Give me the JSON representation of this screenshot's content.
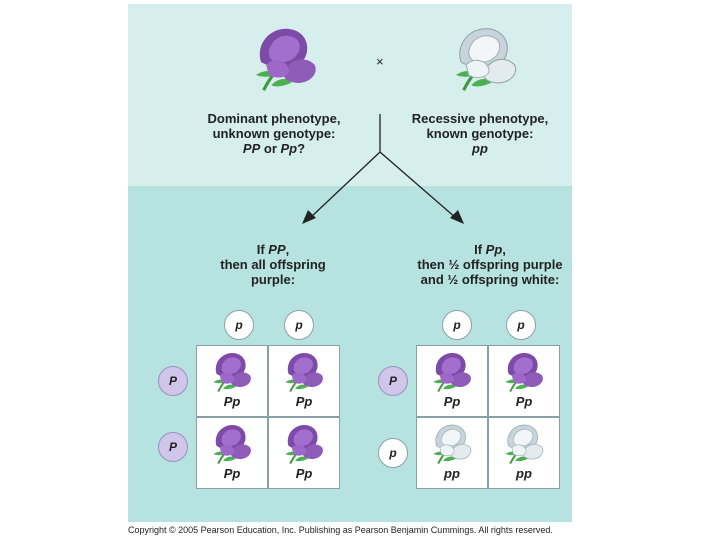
{
  "top": {
    "cross_symbol": "×",
    "left_caption": [
      "Dominant phenotype,",
      "unknown genotype:",
      "PP or Pp?"
    ],
    "right_caption": [
      "Recessive phenotype,",
      "known genotype:",
      "pp"
    ]
  },
  "bottom": {
    "left_caption": [
      "If PP,",
      "then all offspring",
      "purple:"
    ],
    "right_caption": [
      "If Pp,",
      "then ½ offspring purple",
      "and ½ offspring white:"
    ]
  },
  "left_square": {
    "col_alleles": [
      "p",
      "p"
    ],
    "row_alleles": [
      "P",
      "P"
    ],
    "cells": [
      {
        "genotype": "Pp",
        "flower": "purple"
      },
      {
        "genotype": "Pp",
        "flower": "purple"
      },
      {
        "genotype": "Pp",
        "flower": "purple"
      },
      {
        "genotype": "Pp",
        "flower": "purple"
      }
    ]
  },
  "right_square": {
    "col_alleles": [
      "p",
      "p"
    ],
    "row_alleles": [
      "P",
      "p"
    ],
    "cells": [
      {
        "genotype": "Pp",
        "flower": "purple"
      },
      {
        "genotype": "Pp",
        "flower": "purple"
      },
      {
        "genotype": "pp",
        "flower": "white"
      },
      {
        "genotype": "pp",
        "flower": "white"
      }
    ]
  },
  "colors": {
    "purple_flower": "#8e5bb8",
    "white_flower": "#dde6ea",
    "stem": "#3e9a3e"
  },
  "copyright": "Copyright © 2005 Pearson Education, Inc. Publishing as Pearson Benjamin Cummings. All rights reserved."
}
